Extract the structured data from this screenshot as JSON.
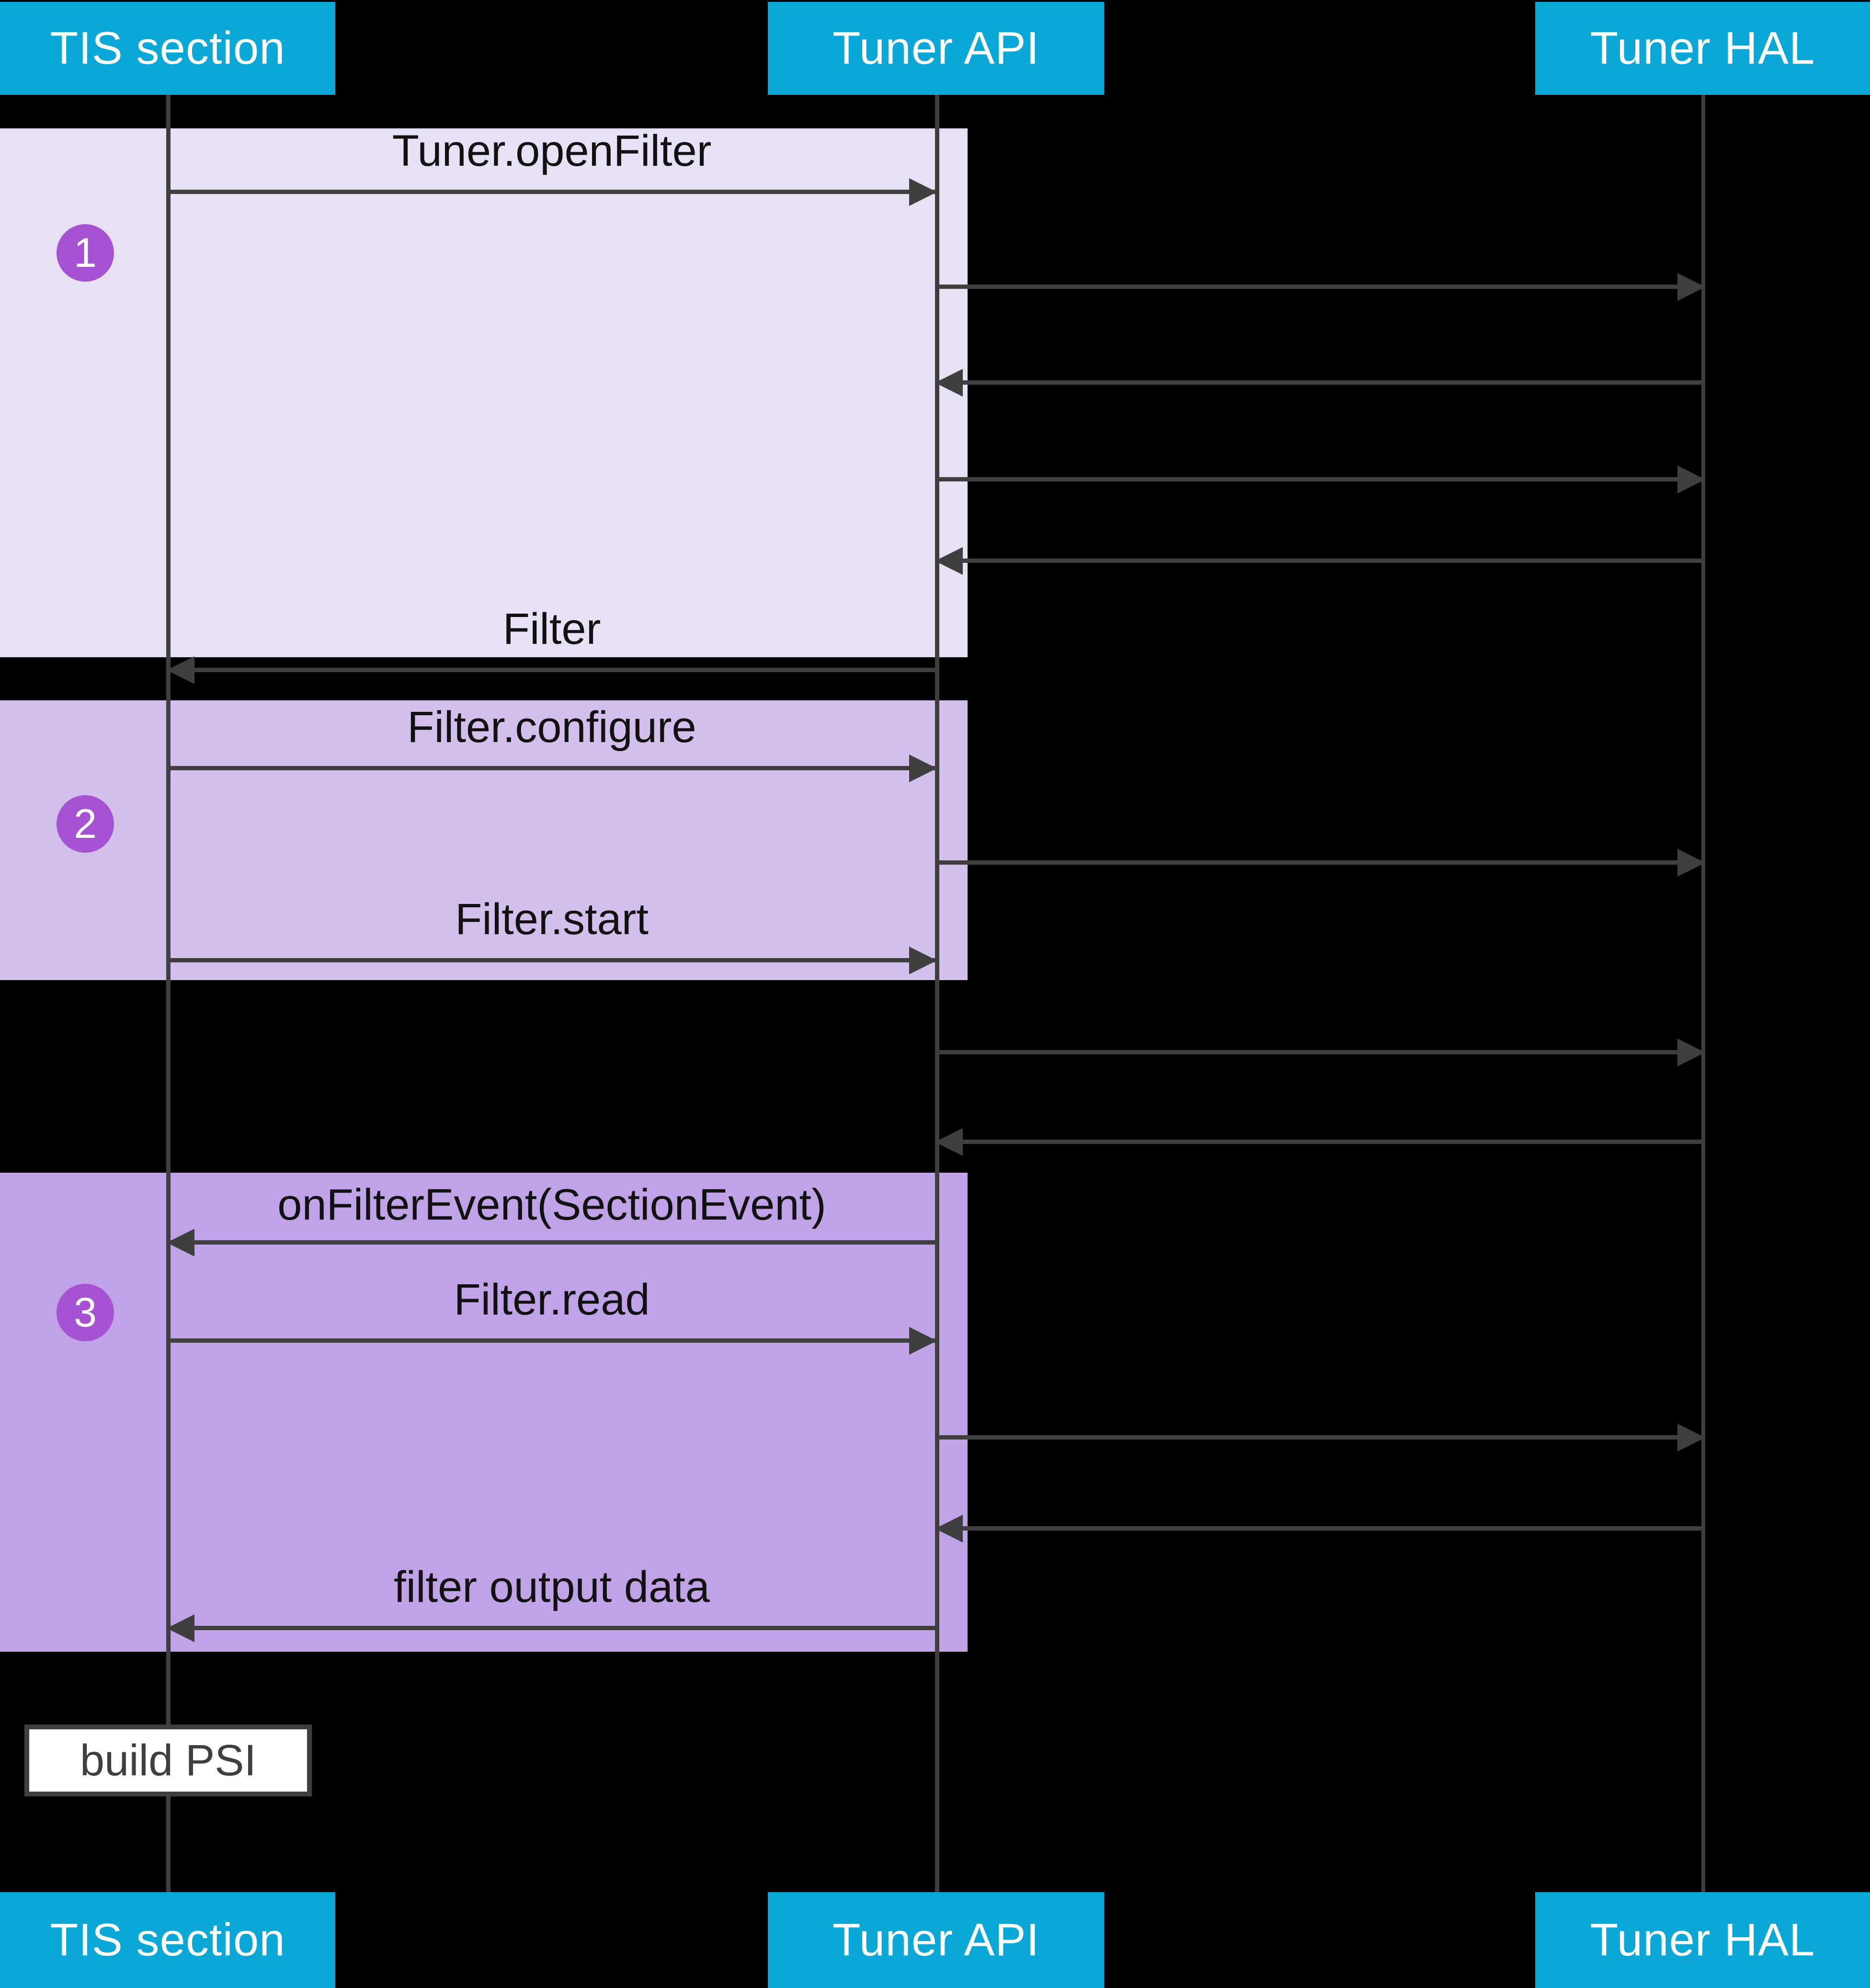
{
  "actors": [
    {
      "id": "tis",
      "name": "TIS section"
    },
    {
      "id": "api",
      "name": "Tuner API"
    },
    {
      "id": "hal",
      "name": "Tuner HAL"
    }
  ],
  "steps": [
    {
      "number": "1"
    },
    {
      "number": "2"
    },
    {
      "number": "3"
    }
  ],
  "messages": {
    "tuner_open_filter": "Tuner.openFilter",
    "filter_return": "Filter",
    "filter_configure": "Filter.configure",
    "filter_start": "Filter.start",
    "on_filter_event": "onFilterEvent(SectionEvent)",
    "filter_read": "Filter.read",
    "filter_output_data": "filter output data"
  },
  "note_build_psi": "build PSI",
  "colors": {
    "background": "#000000",
    "actor_fill": "#0ba7d7",
    "actor_text": "#ffffff",
    "step1_fill": "#e8e1f6",
    "step2_fill": "#d2bfeb",
    "step3_fill": "#bfa3e6",
    "badge_fill": "#a552d3",
    "badge_text": "#ffffff",
    "line": "#3f3f3f",
    "label_text": "#111111",
    "note_fill": "#ffffff",
    "note_text": "#3f3f3f"
  }
}
